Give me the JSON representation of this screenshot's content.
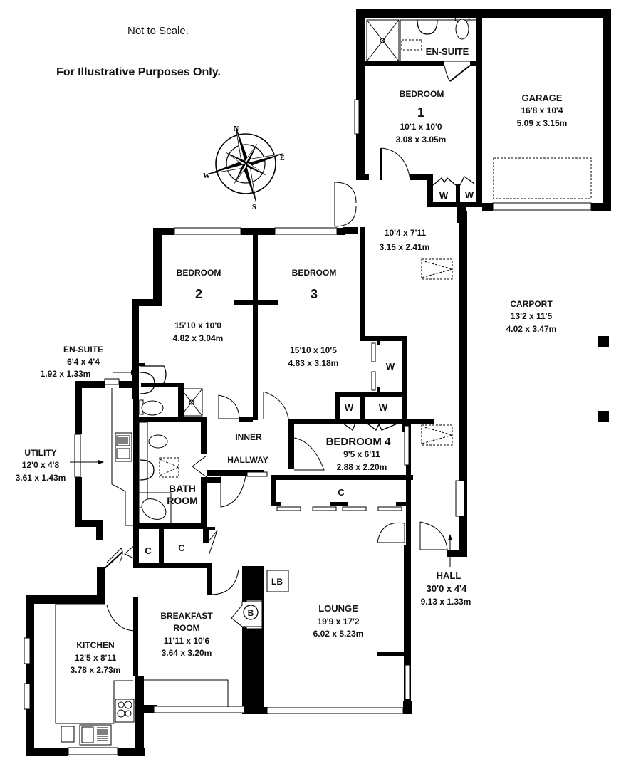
{
  "notes": {
    "scale": "Not to Scale.",
    "disclaimer": "For Illustrative Purposes Only."
  },
  "compass": {
    "n": "N",
    "e": "E",
    "s": "S",
    "w": "W"
  },
  "rooms": {
    "ensuite_top": {
      "name": "EN-SUITE"
    },
    "bedroom1": {
      "name": "BEDROOM",
      "number": "1",
      "imperial": "10'1 x 10'0",
      "metric": "3.08 x 3.05m"
    },
    "garage": {
      "name": "GARAGE",
      "imperial": "16'8 x 10'4",
      "metric": "5.09 x 3.15m"
    },
    "entrance": {
      "imperial": "10'4 x 7'11",
      "metric": "3.15 x 2.41m"
    },
    "carport": {
      "name": "CARPORT",
      "imperial": "13'2 x 11'5",
      "metric": "4.02 x 3.47m"
    },
    "bedroom2": {
      "name": "BEDROOM",
      "number": "2",
      "imperial": "15'10 x 10'0",
      "metric": "4.82 x 3.04m"
    },
    "bedroom3": {
      "name": "BEDROOM",
      "number": "3",
      "imperial": "15'10 x 10'5",
      "metric": "4.83 x 3.18m"
    },
    "ensuite_left": {
      "name": "EN-SUITE",
      "imperial": "6'4 x 4'4",
      "metric": "1.92 x 1.33m"
    },
    "utility": {
      "name": "UTILITY",
      "imperial": "12'0 x 4'8",
      "metric": "3.61 x 1.43m"
    },
    "inner_hallway": {
      "line1": "INNER",
      "line2": "HALLWAY"
    },
    "bedroom4": {
      "name": "BEDROOM 4",
      "imperial": "9'5 x 6'11",
      "metric": "2.88 x 2.20m"
    },
    "bathroom": {
      "line1": "BATH",
      "line2": "ROOM"
    },
    "hall": {
      "name": "HALL",
      "imperial": "30'0  x 4'4",
      "metric": "9.13 x 1.33m"
    },
    "lounge": {
      "name": "LOUNGE",
      "imperial": "19'9 x 17'2",
      "metric": "6.02 x 5.23m"
    },
    "breakfast": {
      "line1": "BREAKFAST",
      "line2": "ROOM",
      "imperial": "11'11 x 10'6",
      "metric": "3.64 x 3.20m"
    },
    "kitchen": {
      "name": "KITCHEN",
      "imperial": "12'5 x 8'11",
      "metric": "3.78 x 2.73m"
    }
  },
  "markers": {
    "wardrobe": "W",
    "cupboard": "C",
    "boiler": "B",
    "log_burner": "LB"
  }
}
